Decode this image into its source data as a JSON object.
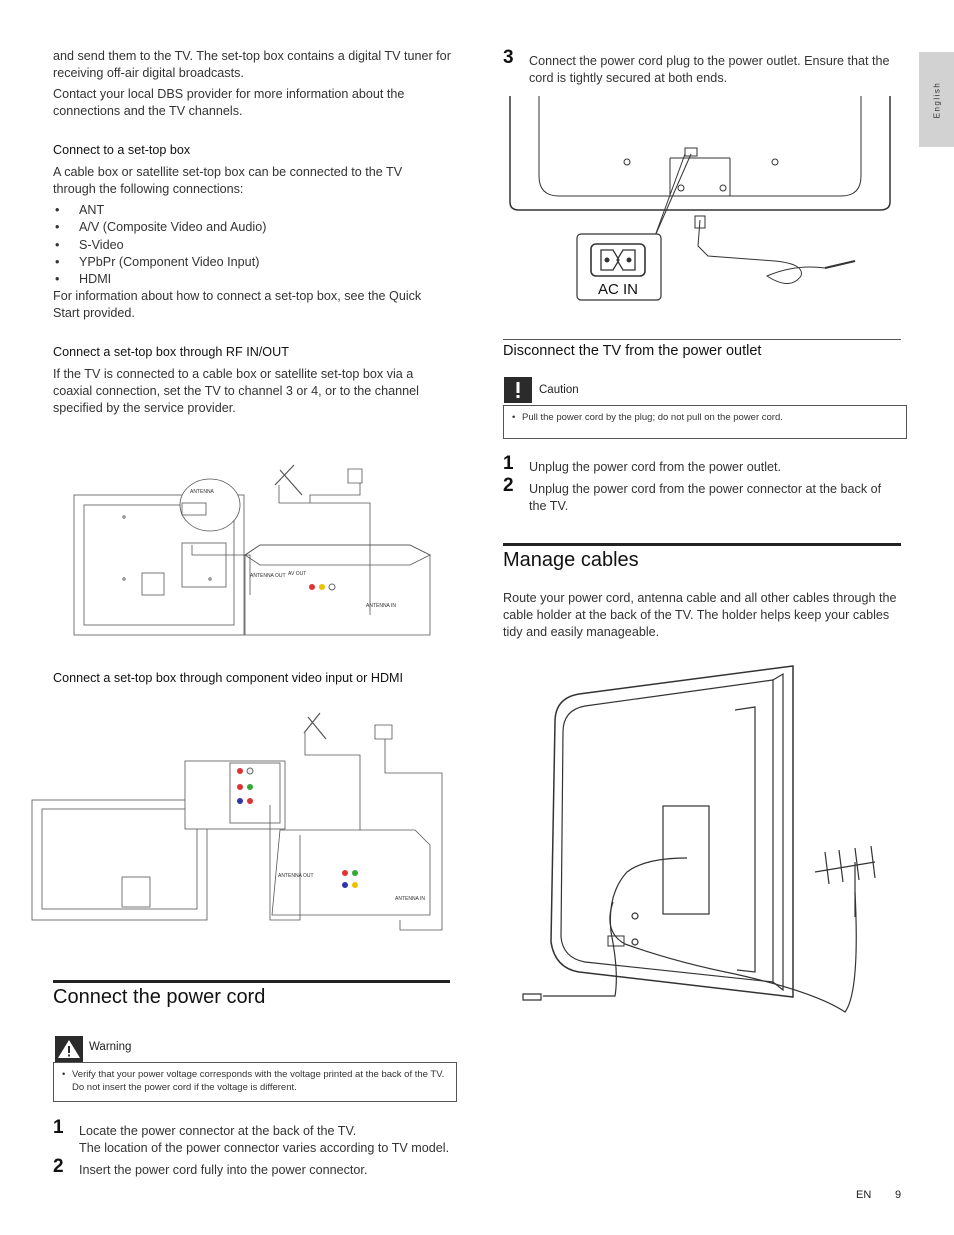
{
  "sidebar": {
    "language": "English"
  },
  "left": {
    "intro_p1": "and send them to the TV. The set-top box contains a digital TV tuner for receiving off-air digital broadcasts.",
    "intro_p2": "Contact your local DBS provider for more information about the connections and the TV channels.",
    "stb_heading": "Connect to a set-top box",
    "stb_p": "A cable box or satellite set-top box can be connected to the TV through the following connections:",
    "stb_list": [
      "ANT",
      "A/V (Composite Video and Audio)",
      "S-Video",
      "YPbPr (Component Video Input)",
      "HDMI"
    ],
    "stb_after": "For information about how to connect a set-top box, see the Quick Start provided.",
    "rf_heading": "Connect a set-top box through RF IN/OUT",
    "rf_p": "If the TV is connected to a cable box or satellite set-top box via a coaxial connection, set the TV to channel 3 or 4, or to the channel specified by the service provider.",
    "comp_heading": "Connect a set-top box through component video input or HDMI",
    "diagram_labels": {
      "antenna": "ANTENNA",
      "antenna_out": "ANTENNA OUT",
      "antenna_in": "ANTENNA IN",
      "av_out": "AV OUT"
    },
    "power_title": "Connect the power cord",
    "warning_label": "Warning",
    "warning_text": "Verify that your power voltage corresponds with the voltage printed at the back of the TV. Do not insert the power cord if the voltage is different.",
    "steps": [
      {
        "num": "1",
        "text": "Locate the power connector at the back of the TV.",
        "text2": "The location of the power connector varies according to TV model."
      },
      {
        "num": "2",
        "text": "Insert the power cord fully into the power connector."
      }
    ]
  },
  "right": {
    "step3_num": "3",
    "step3_text": "Connect the power cord plug to the power outlet. Ensure that the cord is tightly secured at both ends.",
    "ac_in_label": "AC IN",
    "disconnect_heading": "Disconnect the TV from the power outlet",
    "caution_label": "Caution",
    "caution_text": "Pull the power cord by the plug; do not pull on the power cord.",
    "disconnect_steps": [
      {
        "num": "1",
        "text": "Unplug the power cord from the power outlet."
      },
      {
        "num": "2",
        "text": "Unplug the power cord from the power connector at the back of the TV."
      }
    ],
    "manage_title": "Manage cables",
    "manage_p": "Route your power cord, antenna cable and all other cables through the cable holder at the back of the TV. The holder helps keep your cables tidy and easily manageable."
  },
  "footer": {
    "lang": "EN",
    "page": "9"
  }
}
